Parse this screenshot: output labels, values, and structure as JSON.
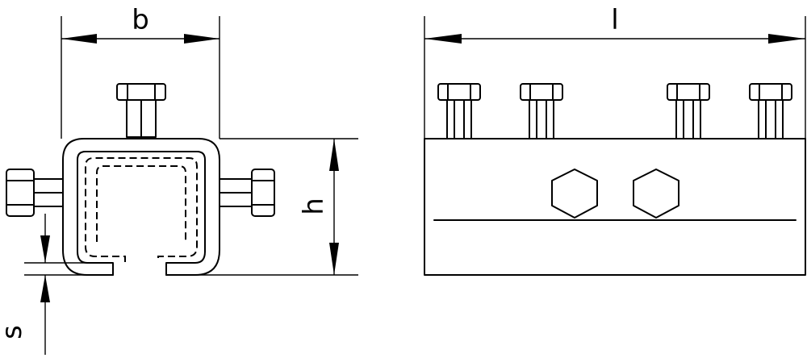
{
  "labels": {
    "width": "b",
    "height": "h",
    "thickness": "s",
    "length": "l"
  },
  "colors": {
    "line": "#000000",
    "background": "#ffffff"
  }
}
